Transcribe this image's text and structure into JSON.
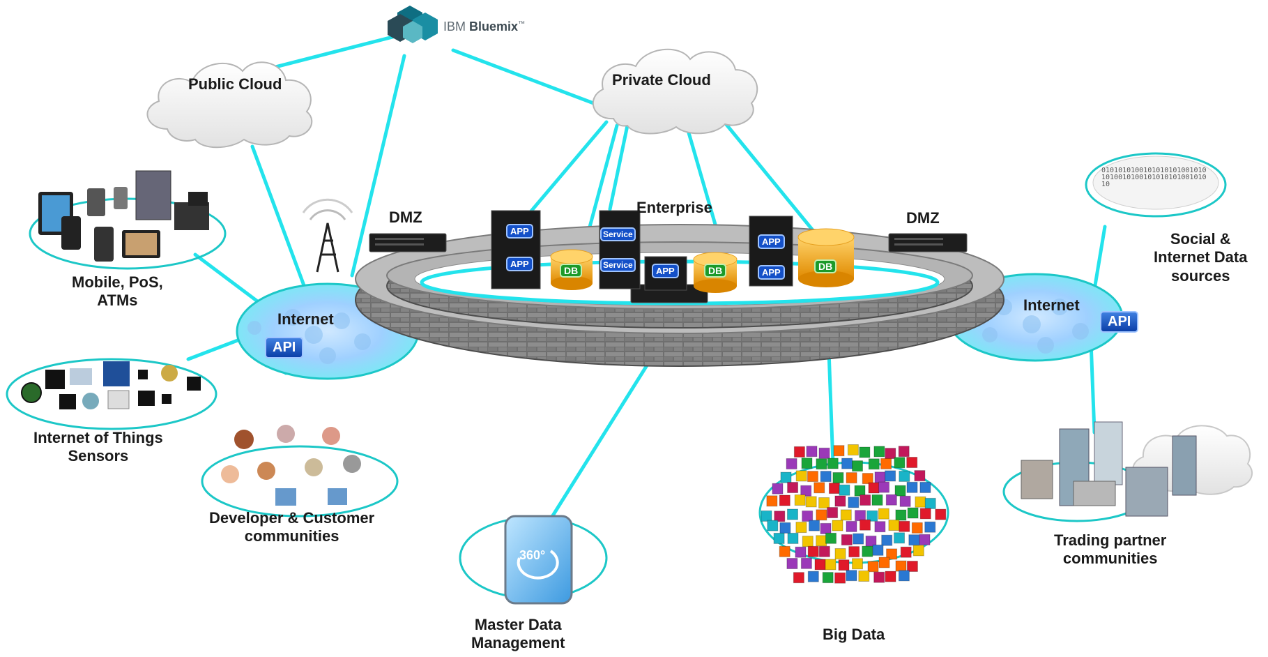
{
  "brand": {
    "text_ibm": "IBM",
    "text_bluemix": "Bluemix",
    "tm": "™"
  },
  "clouds": {
    "public": "Public Cloud",
    "private": "Private Cloud"
  },
  "enterprise": {
    "label": "Enterprise",
    "dmz_left": "DMZ",
    "dmz_right": "DMZ"
  },
  "internet": {
    "left_label": "Internet",
    "right_label": "Internet",
    "api_label": "API"
  },
  "server_badges": {
    "app": "APP",
    "service": "Service",
    "db": "DB"
  },
  "groups": {
    "mobile": [
      "Mobile, PoS,",
      "ATMs"
    ],
    "iot": [
      "Internet of Things",
      "Sensors"
    ],
    "developer": [
      "Developer & Customer",
      "communities"
    ],
    "mdm": [
      "Master Data",
      "Management"
    ],
    "bigdata": [
      "Big Data"
    ],
    "trading": [
      "Trading partner",
      "communities"
    ],
    "social": [
      "Social &",
      "Internet Data",
      "sources"
    ]
  },
  "mdm_badge": "360°",
  "binary_text": "0101010100101010101001010101001010010101010100101010",
  "colors": {
    "link": "#23e3ec",
    "ring_edge": "#1cc7c7",
    "api_blue": "#0b3fa8",
    "db_gold": "#f2a012",
    "app_blue": "#1450c8"
  }
}
